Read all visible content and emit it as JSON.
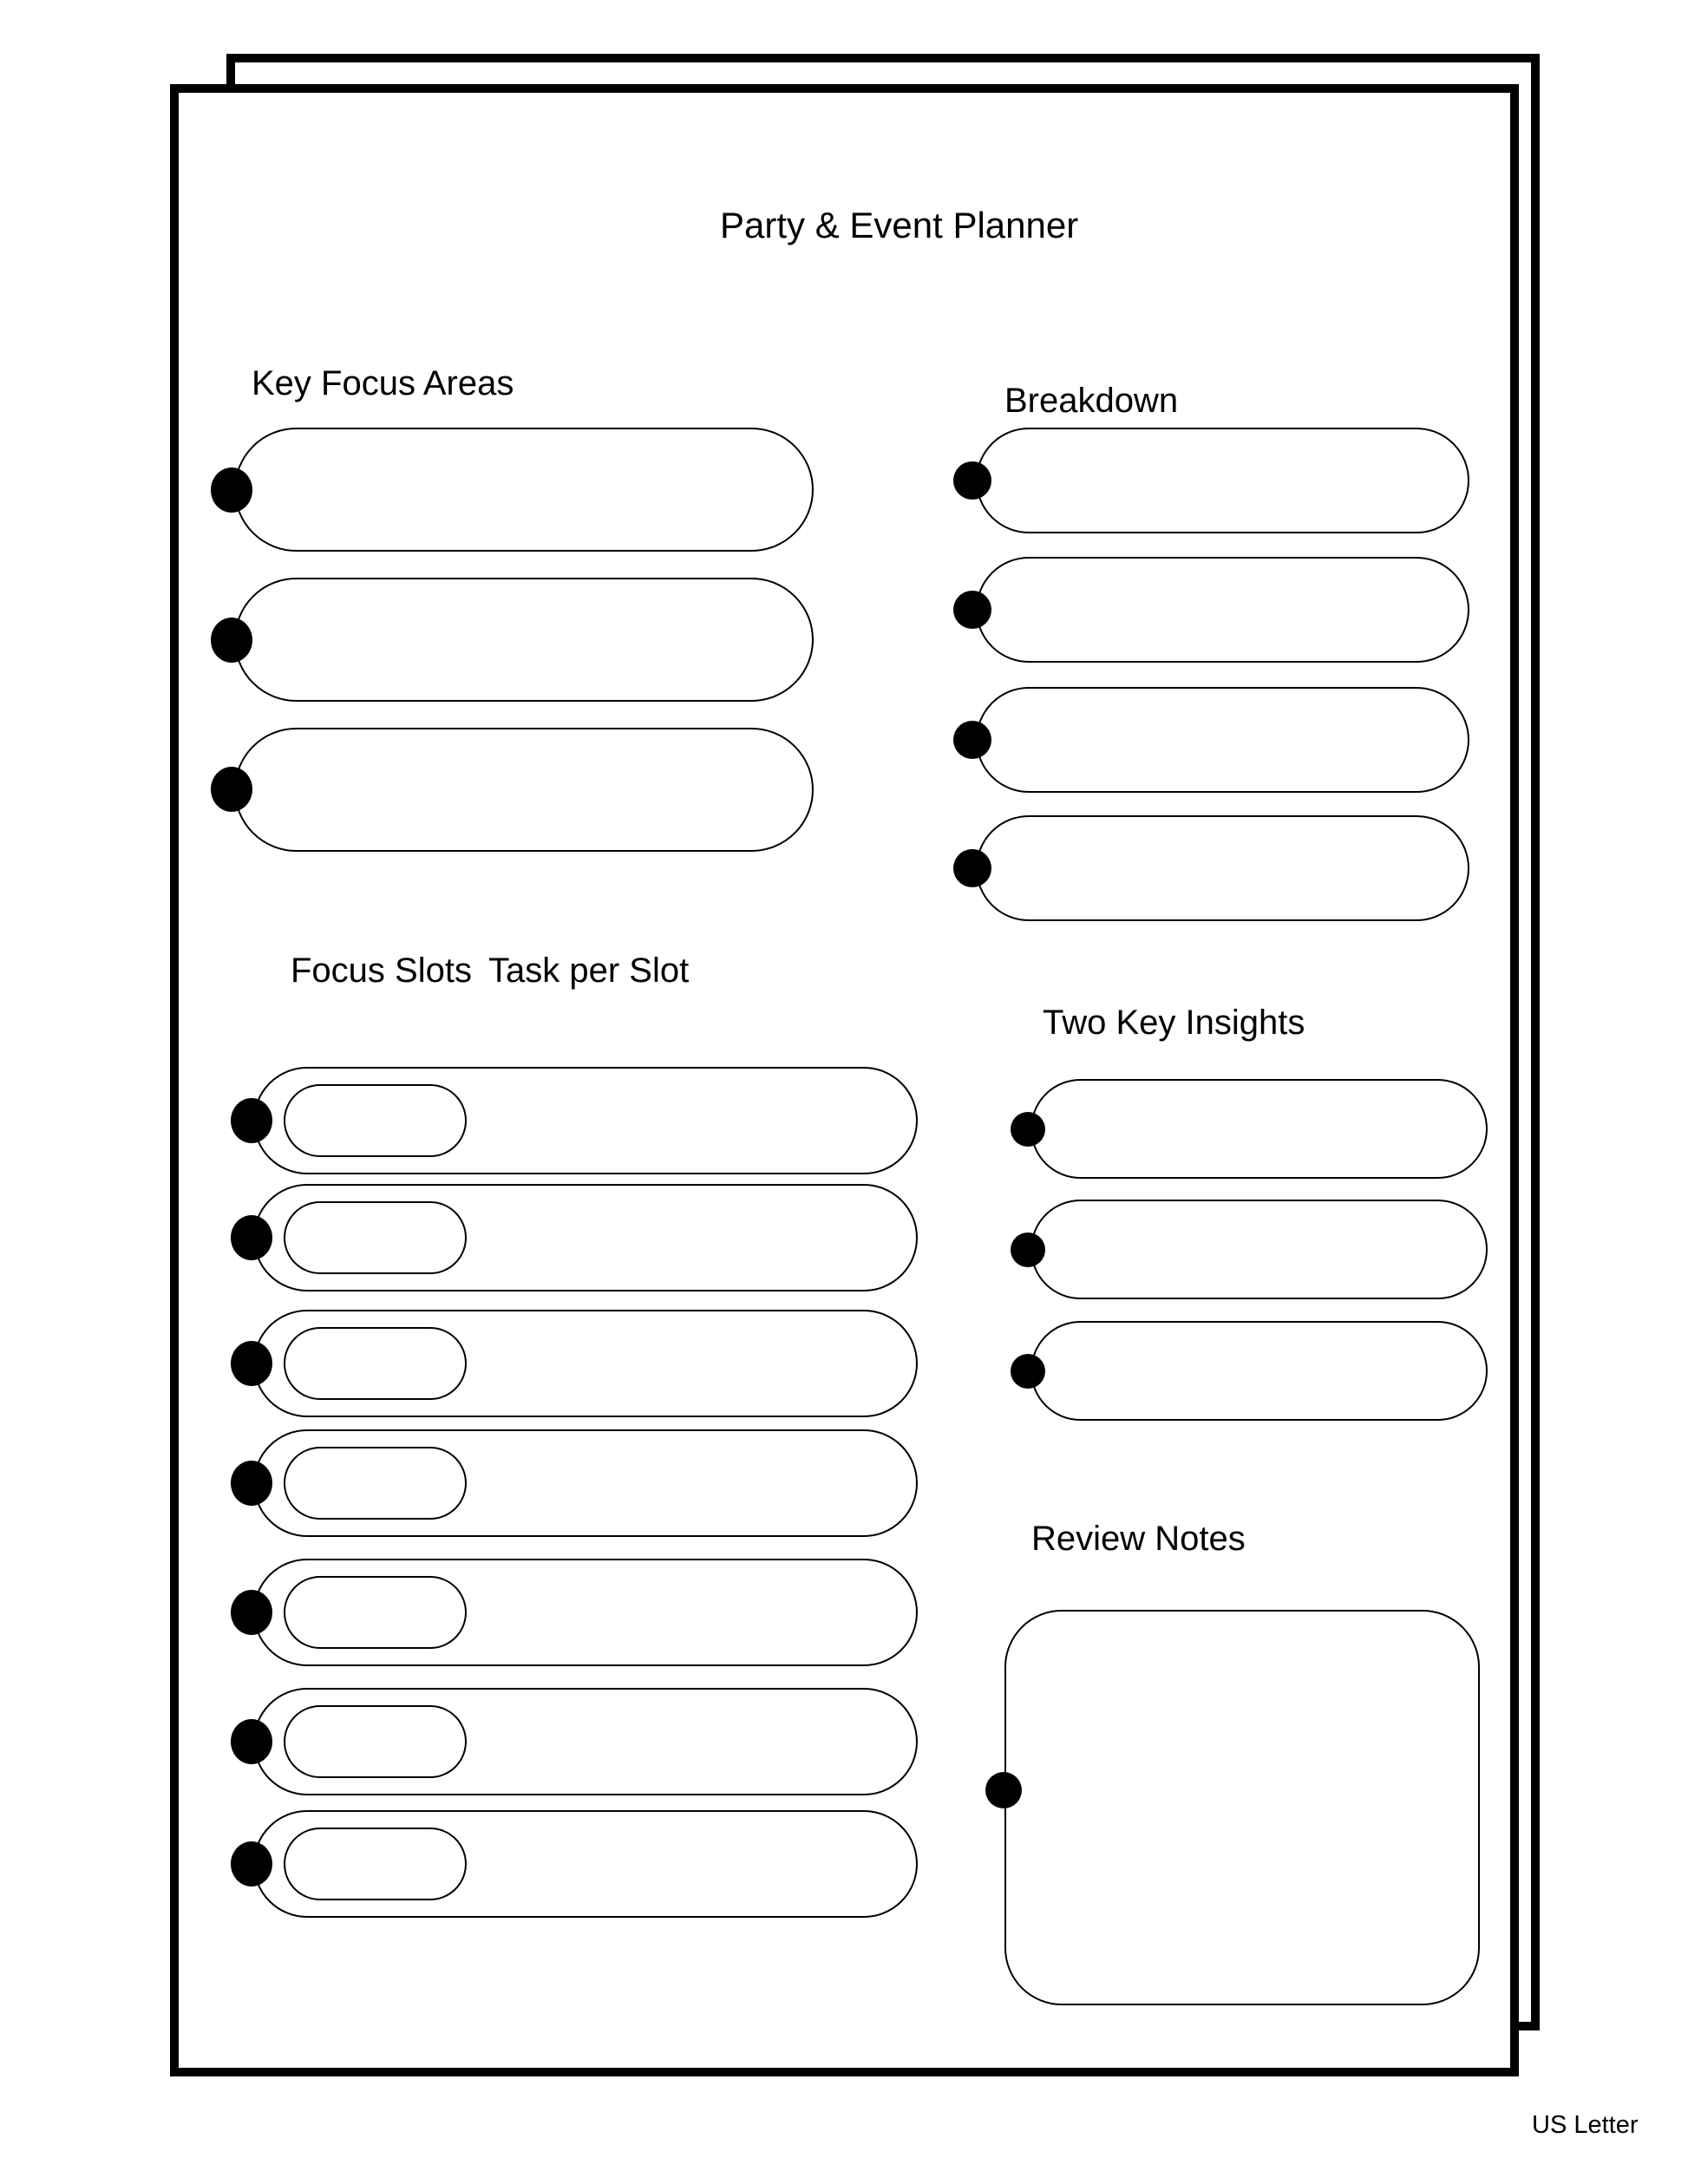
{
  "page": {
    "title": "Party & Event Planner",
    "size_label": "US Letter"
  },
  "sections": {
    "key_focus_areas": {
      "heading": "Key Focus Areas",
      "fields": 3
    },
    "breakdown": {
      "heading": "Breakdown",
      "fields": 4
    },
    "focus_slots": {
      "heading": "Focus Slots",
      "subheading": "Task per Slot",
      "rows": 7
    },
    "two_key_insights": {
      "heading": "Two Key Insights",
      "fields": 3
    },
    "review_notes": {
      "heading": "Review Notes",
      "fields": 1
    }
  },
  "colors": {
    "ink": "#000000",
    "paper": "#ffffff"
  }
}
